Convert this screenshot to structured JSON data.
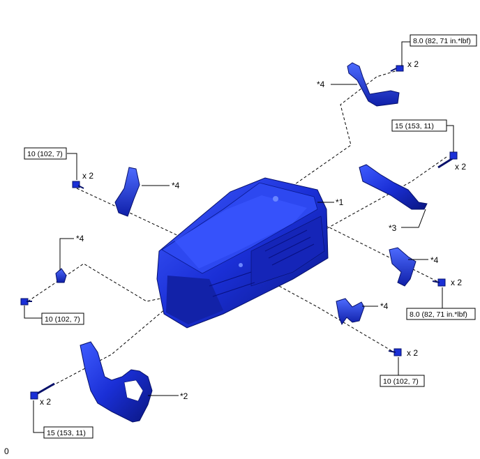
{
  "torque": {
    "t1": "8.0 (82, 71 in.*lbf)",
    "t2": "15 (153, 11)",
    "t3": "10 (102, 7)",
    "t4": "10 (102, 7)",
    "t5": "8.0 (82, 71 in.*lbf)",
    "t6": "10 (102, 7)",
    "t7": "15 (153, 11)"
  },
  "qty": {
    "q1": "x 2",
    "q2": "x 2",
    "q3": "x 2",
    "q4": "x 2",
    "q5": "x 2",
    "q6": "x 2"
  },
  "callouts": {
    "c1": "*1",
    "c2": "*2",
    "c3": "*3",
    "c4a": "*4",
    "c4b": "*4",
    "c4c": "*4",
    "c4d": "*4",
    "c4e": "*4"
  },
  "footer": "0",
  "colors": {
    "part": "#1a2fd6",
    "part_dark": "#0a1a8a",
    "part_light": "#4a66ff"
  }
}
